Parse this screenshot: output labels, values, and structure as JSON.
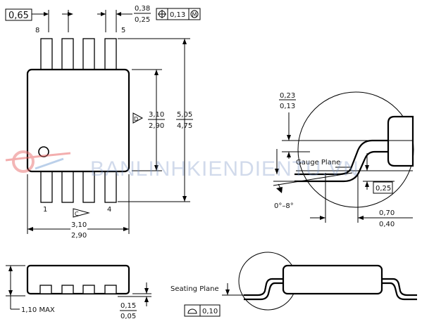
{
  "top_view": {
    "pin_pitch_box": "0,65",
    "pin_label_8": "8",
    "pin_label_5": "5",
    "pin_label_1": "1",
    "pin_label_4": "4",
    "lead_width_max": "0,38",
    "lead_width_min": "0,25",
    "position_tolerance": "0,13",
    "position_modifier": "M",
    "body_width_max": "3,10",
    "body_width_min": "2,90",
    "datum_d": "D",
    "overall_width_max": "5,05",
    "overall_width_min": "4,75",
    "body_length_max": "3,10",
    "body_length_min": "2,90",
    "datum_c": "C"
  },
  "detail_view": {
    "lead_thickness_max": "0,23",
    "lead_thickness_min": "0,13",
    "gauge_plane_label": "Gauge Plane",
    "gauge_height": "0,25",
    "angle_range": "0°–8°",
    "foot_length_max": "0,70",
    "foot_length_min": "0,40"
  },
  "side_view": {
    "height_label": "1,10 MAX",
    "standoff_max": "0,15",
    "standoff_min": "0,05"
  },
  "seating_view": {
    "seating_plane_label": "Seating Plane",
    "coplanarity": "0,10"
  },
  "watermark": "BANLINHKIENDIENTU.VN"
}
